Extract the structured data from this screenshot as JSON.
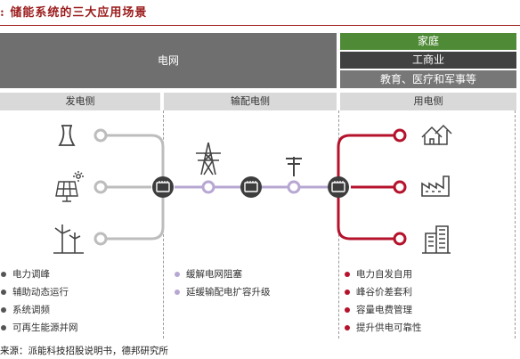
{
  "title": ": 储能系统的三大应用场景",
  "top_band": {
    "grid_label": "电网",
    "user_rows": [
      "家庭",
      "工商业",
      "教育、医疗和军事等"
    ]
  },
  "sections": {
    "generation": "发电侧",
    "transmission": "输配电侧",
    "consumption": "用电侧"
  },
  "icons": {
    "generation": [
      "cooling-tower-icon",
      "solar-panel-icon",
      "wind-turbine-icon"
    ],
    "transmission": [
      "transmission-tower-icon",
      "utility-pole-icon"
    ],
    "consumption": [
      "house-icon",
      "factory-icon",
      "office-building-icon"
    ],
    "storage": "battery-icon"
  },
  "bullets": {
    "generation": [
      "电力调峰",
      "辅助动态运行",
      "系统调频",
      "可再生能源并网"
    ],
    "transmission": [
      "缓解电网阻塞",
      "延缓输配电扩容升级"
    ],
    "consumption": [
      "电力自发自用",
      "峰谷价差套利",
      "容量电费管理",
      "提升供电可靠性"
    ]
  },
  "colors": {
    "accent": "#9b1b1b",
    "generation_line": "#bdbdbd",
    "transmission_line": "#b7a7d3",
    "consumption_line": "#b5122b",
    "battery": "#3d3d3d",
    "home_green": "#4f8a36"
  },
  "source": "来源：派能科技招股说明书，德邦研究所"
}
